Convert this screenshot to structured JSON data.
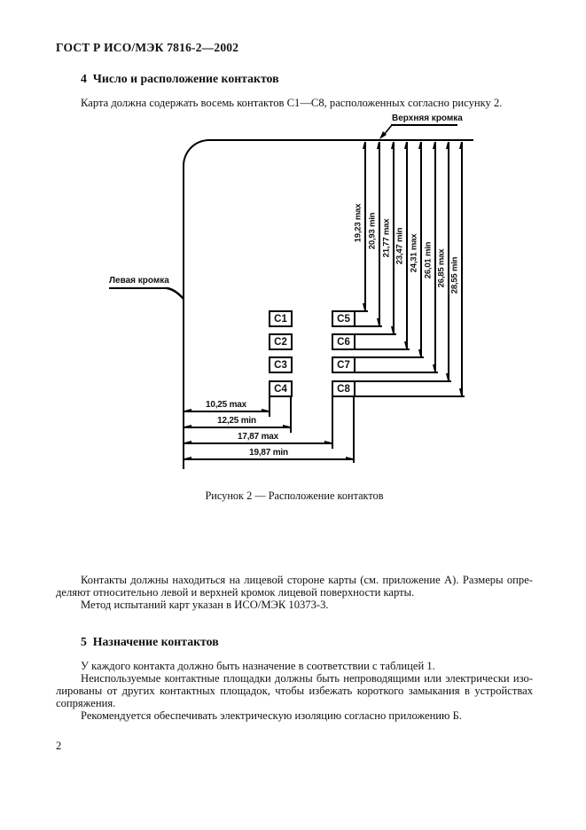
{
  "header": {
    "title": "ГОСТ Р ИСО/МЭК 7816-2—2002"
  },
  "section4": {
    "heading": "4  Число и расположение контактов",
    "intro": "Карта должна содержать восемь контактов C1—C8, расположенных согласно рисунку 2.",
    "body_line1": "Контакты должны находиться на лицевой стороне карты (см. приложение А). Размеры опре-",
    "body_line2": "деляют относительно левой и верхней кромок лицевой поверхности карты.",
    "body_line3": "Метод испытаний карт указан в ИСО/МЭК 10373-3."
  },
  "figure": {
    "caption": "Рисунок 2 — Расположение контактов",
    "top_edge_label": "Верхняя кромка",
    "left_edge_label": "Левая кромка",
    "contacts": {
      "left": [
        "C1",
        "C2",
        "C3",
        "C4"
      ],
      "right": [
        "C5",
        "C6",
        "C7",
        "C8"
      ]
    },
    "vertical_dims": [
      "19,23 max",
      "20,93 min",
      "21,77 max",
      "23,47 min",
      "24,31 max",
      "26,01 min",
      "26,85 max",
      "28,55 min"
    ],
    "horizontal_dims": [
      "10,25 max",
      "12,25 min",
      "17,87 max",
      "19,87 min"
    ]
  },
  "section5": {
    "heading": "5  Назначение контактов",
    "body_line1": "У каждого контакта должно быть назначение в соответствии с таблицей 1.",
    "body_line2": "Неиспользуемые контактные площадки должны быть непроводящими или электрически изо-",
    "body_line3": "лированы от других контактных площадок, чтобы избежать короткого замыкания в устройствах",
    "body_line4": "сопряжения.",
    "body_line5": "Рекомендуется обеспечивать электрическую изоляцию согласно приложению Б."
  },
  "footer": {
    "page_number": "2"
  }
}
